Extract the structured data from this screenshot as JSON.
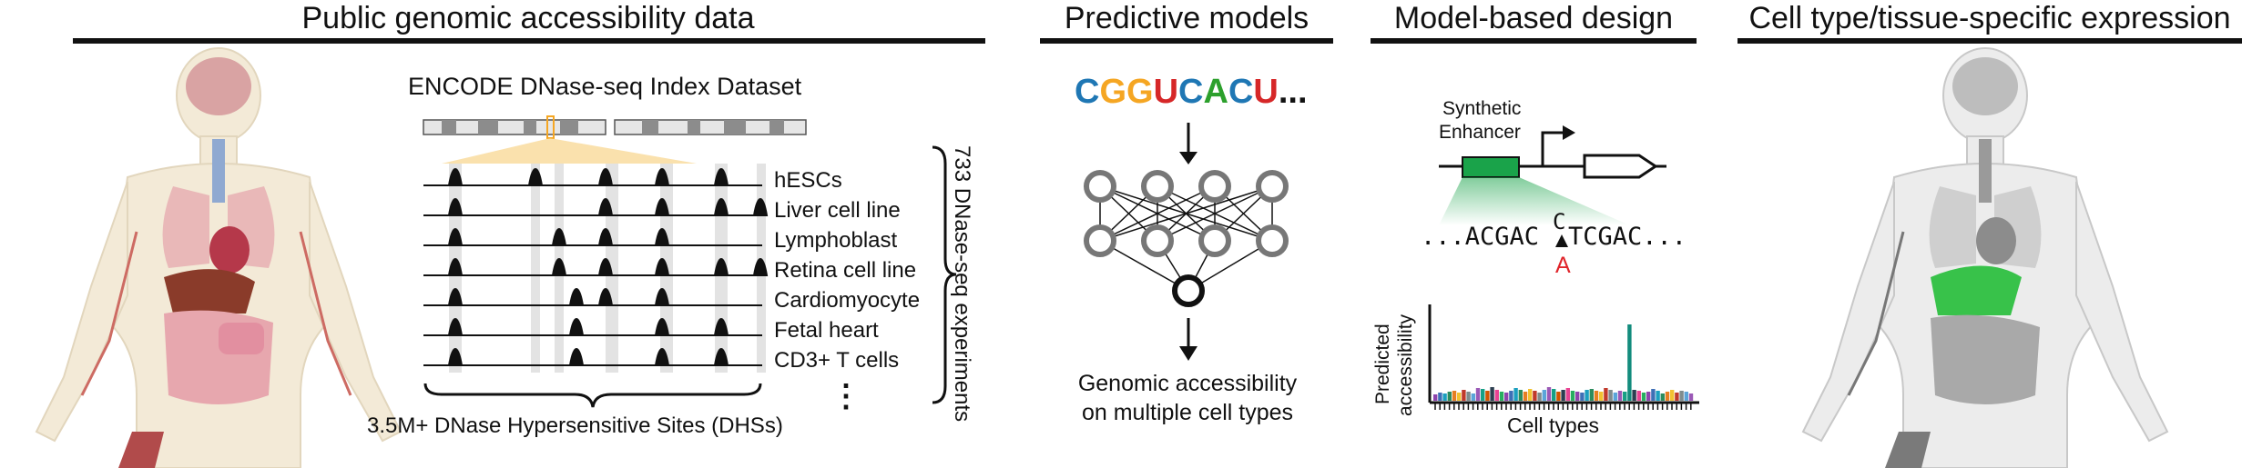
{
  "sections": {
    "public_data": "Public genomic accessibility data",
    "predictive_models": "Predictive models",
    "model_design": "Model-based design",
    "expression": "Cell type/tissue-specific expression"
  },
  "encode": {
    "title": "ENCODE DNase-seq Index Dataset",
    "experiments_label": "733 DNase-seq experiments",
    "dhs_label": "3.5M+ DNase Hypersensitive Sites (DHSs)",
    "ellipsis": "⋮",
    "cell_lines": [
      "hESCs",
      "Liver cell line",
      "Lymphoblast",
      "Retina cell line",
      "Cardiomyocyte",
      "Fetal heart",
      "CD3+ T cells"
    ]
  },
  "model": {
    "sequence": [
      {
        "letter": "C",
        "color": "#1f77b4"
      },
      {
        "letter": "G",
        "color": "#f5a623"
      },
      {
        "letter": "G",
        "color": "#f5a623"
      },
      {
        "letter": "U",
        "color": "#d62728"
      },
      {
        "letter": "C",
        "color": "#1f77b4"
      },
      {
        "letter": "A",
        "color": "#2ca02c"
      },
      {
        "letter": "C",
        "color": "#1f77b4"
      },
      {
        "letter": "U",
        "color": "#d62728"
      }
    ],
    "sequence_tail": "...",
    "output_line1": "Genomic accessibility",
    "output_line2": "on multiple cell types"
  },
  "design": {
    "enhancer_line1": "Synthetic",
    "enhancer_line2": "Enhancer",
    "seq_left": "...ACGAC",
    "seq_top_base": "C",
    "seq_right": "TCGAC...",
    "mutation": "A",
    "ylabel_line1": "Predicted",
    "ylabel_line2": "accessibility",
    "xlabel": "Cell types",
    "enhancer_color": "#1aa34a",
    "mutation_color": "#e0252b"
  }
}
